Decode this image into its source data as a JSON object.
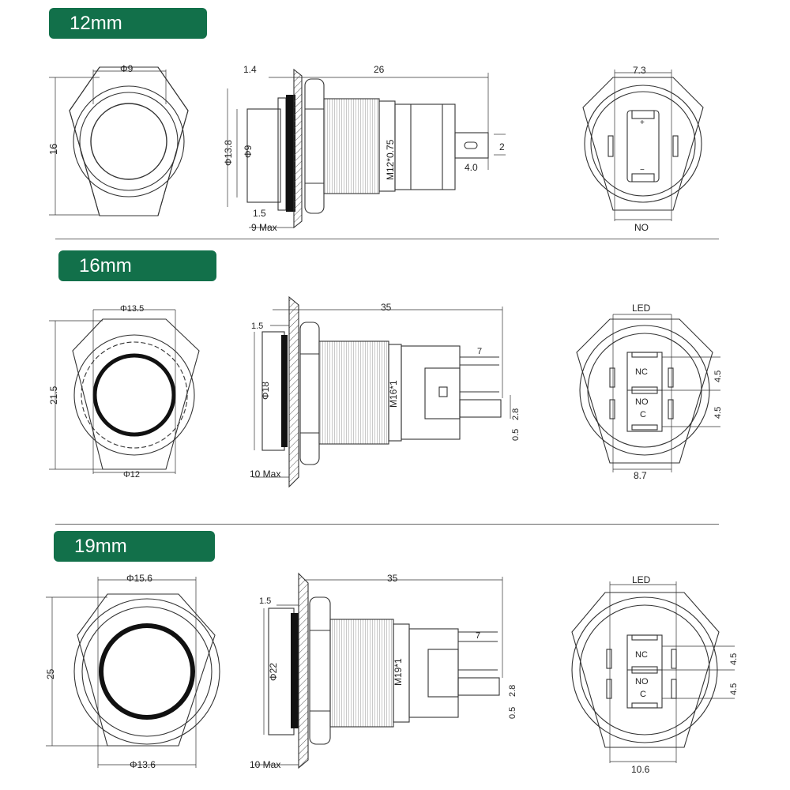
{
  "sections": [
    {
      "title": "12mm",
      "front": {
        "width": "Φ9",
        "height": "16"
      },
      "side": {
        "flange": "1.4",
        "length": "26",
        "outer_dia": "Φ13.8",
        "inner_dia": "Φ9",
        "thread": "M12*0.75",
        "pin_gap": "2",
        "pin_offset": "4.0",
        "cap": "1.5",
        "max_panel": "9 Max"
      },
      "back": {
        "top": "7.3",
        "bottom": "NO",
        "plus": "+",
        "minus": "−"
      }
    },
    {
      "title": "16mm",
      "front": {
        "outer": "Φ13.5",
        "height": "21.5",
        "inner": "Φ12"
      },
      "side": {
        "cap": "1.5",
        "length": "35",
        "outer_dia": "Φ18",
        "thread": "M16*1",
        "pin_len": "7",
        "pin_w": "2.8",
        "pin_t": "0.5",
        "max_panel": "10 Max"
      },
      "back": {
        "top": "LED",
        "nc": "NC",
        "no": "NO",
        "c": "C",
        "pitch_top": "4.5",
        "pitch_bottom": "4.5",
        "bottom": "8.7"
      }
    },
    {
      "title": "19mm",
      "front": {
        "outer": "Φ15.6",
        "height": "25",
        "inner": "Φ13.6"
      },
      "side": {
        "cap": "1.5",
        "length": "35",
        "outer_dia": "Φ22",
        "thread": "M19*1",
        "pin_len": "7",
        "pin_w": "2.8",
        "pin_t": "0.5",
        "max_panel": "10 Max"
      },
      "back": {
        "top": "LED",
        "nc": "NC",
        "no": "NO",
        "c": "C",
        "pitch_top": "4.5",
        "pitch_bottom": "4.5",
        "bottom": "10.6"
      }
    }
  ],
  "colors": {
    "tab": "#12704a",
    "line": "#333333",
    "ring": "#111111"
  }
}
